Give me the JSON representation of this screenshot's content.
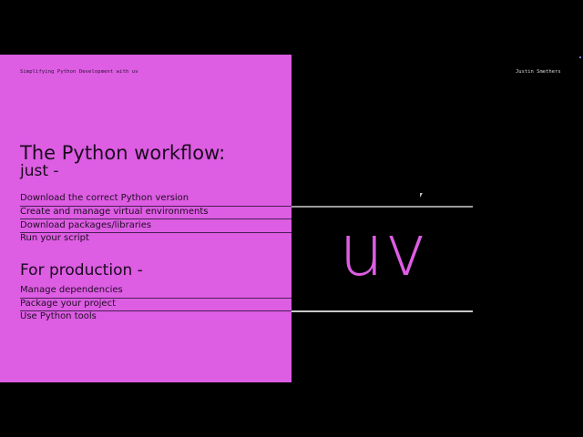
{
  "slide": {
    "header_title": "Simplifying Python Development with uv",
    "author": "Justin Smethers",
    "heading": "The Python workflow:",
    "subheading": "just -",
    "workflow_items": [
      "Download the correct Python version",
      "Create and manage virtual environments",
      "Download packages/libraries",
      "Run your script"
    ],
    "production_heading": "For production -",
    "production_items": [
      "Manage dependencies",
      "Package your project",
      "Use Python tools"
    ],
    "logo_text": "uv"
  },
  "colors": {
    "panel": "#dd5de3",
    "background": "#000000",
    "logo": "#dd5de3",
    "divider": "#9a9a9a"
  },
  "icons": {
    "cursor": "mouse-pointer-icon"
  }
}
